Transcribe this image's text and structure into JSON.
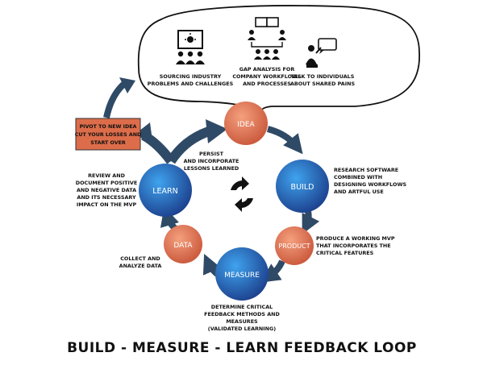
{
  "title": "BUILD - MEASURE - LEARN FEEDBACK LOOP",
  "colors": {
    "stage_dark": "#1c3f8c",
    "stage_light": "#2e86d4",
    "stage_orange_dark": "#c9563a",
    "stage_orange_light": "#ec8a66",
    "arrow": "#2f4a66",
    "pivot_box": "#dd6d4a"
  },
  "stages": {
    "idea": "IDEA",
    "build": "BUILD",
    "product": "PRODUCT",
    "measure": "MEASURE",
    "data": "DATA",
    "learn": "LEARN"
  },
  "bubble": {
    "sourcing": [
      "SOURCING INDUSTRY",
      "PROBLEMS AND CHALLENGES"
    ],
    "gap": [
      "GAP ANALYSIS FOR",
      "COMPANY WORKFLOWS",
      "AND PROCESSES"
    ],
    "talk": [
      "TALK TO INDIVIDUALS",
      "ABOUT SHARED PAINS"
    ],
    "icons": {
      "sourcing": "presentation-audience-icon",
      "gap": "workflow-team-icon",
      "talk": "speaker-icon"
    }
  },
  "pivot": [
    "PIVOT TO NEW IDEA",
    "CUT YOUR LOSSES AND",
    "START OVER"
  ],
  "persist": [
    "PERSIST",
    "AND INCORPORATE",
    "LESSONS LEARNED"
  ],
  "review": [
    "REVIEW AND",
    "DOCUMENT POSITIVE",
    "AND NEGATIVE DATA",
    "AND ITS NECESSARY",
    "IMPACT ON THE MVP"
  ],
  "research": [
    "RESEARCH SOFTWARE",
    "COMBINED WITH",
    "DESIGNING WORKFLOWS",
    "AND ARTFUL USE"
  ],
  "produce": [
    "PRODUCE A WORKING MVP",
    "THAT INCORPORATES THE",
    "CRITICAL FEATURES"
  ],
  "collect": [
    "COLLECT AND",
    "ANALYZE DATA"
  ],
  "determine": [
    "DETERMINE CRITICAL",
    "FEEDBACK METHODS AND",
    "MEASURES",
    "(VALIDATED LEARNING)"
  ],
  "center_icon": "cycle-arrows-icon"
}
